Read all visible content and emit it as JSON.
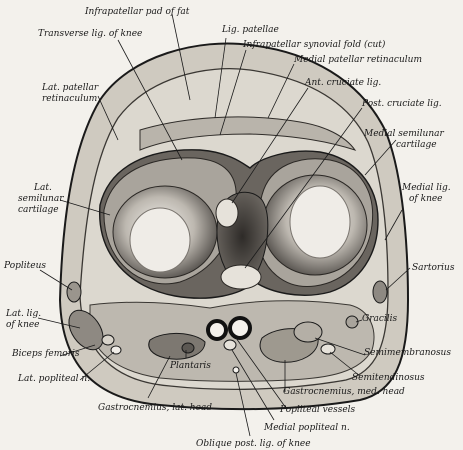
{
  "figure": {
    "colors": {
      "paper": "#f3f1ec",
      "ink": "#1a1a1a",
      "tissue": "#cfcac0",
      "cartilage": "#a9a49c",
      "dark": "#5e5a55"
    }
  },
  "labels": {
    "infrapatellar_pad": "Infrapatellar pad of fat",
    "transverse_lig": "Transverse lig. of knee",
    "lig_patellae": "Lig. patellae",
    "infrapatellar_fold": "Infrapatellar synovial fold (cut)",
    "medial_patellar_ret": "Medial patellar retinaculum",
    "lat_patellar_ret_1": "Lat. patellar",
    "lat_patellar_ret_2": "retinaculum",
    "ant_cruciate": "Ant. cruciate lig.",
    "post_cruciate": "Post. cruciate lig.",
    "medial_semilunar_1": "Medial semilunar",
    "medial_semilunar_2": "cartilage",
    "lat_semilunar_1": "Lat.",
    "lat_semilunar_2": "semilunar",
    "lat_semilunar_3": "cartilage",
    "medial_lig_1": "Medial lig.",
    "medial_lig_2": "of knee",
    "popliteus": "Popliteus",
    "sartorius": "Sartorius",
    "lat_lig_1": "Lat. lig.",
    "lat_lig_2": "of knee",
    "gracilis": "Gracilis",
    "biceps_femoris": "Biceps femoris",
    "semimembranosus": "Semimembranosus",
    "lat_popliteal": "Lat. popliteal n.",
    "semitendinosus": "Semitendinosus",
    "plantaris": "Plantaris",
    "gastrocnemius_med": "Gastrocnemius, med. head",
    "gastrocnemius_lat": "Gastrocnemius, lat. head",
    "popliteal_vessels": "Popliteal vessels",
    "medial_popliteal": "Medial popliteal n.",
    "oblique_post_lig": "Oblique post. lig. of knee"
  }
}
